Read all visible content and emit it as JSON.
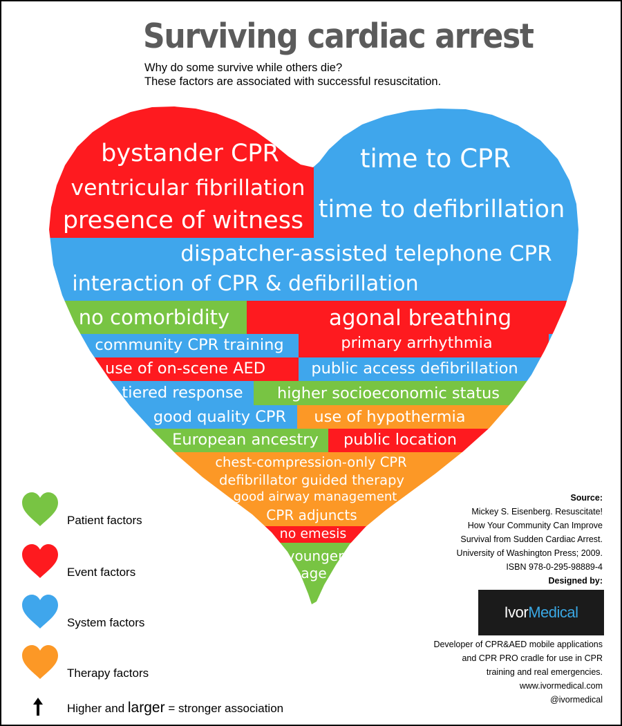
{
  "title": "Surviving cardiac arrest",
  "subtitle": [
    "Why do some survive while others die?",
    "These factors are associated with successful resuscitation."
  ],
  "colors": {
    "patient": "#78c443",
    "event": "#fe1a1f",
    "system": "#3fa6ec",
    "therapy": "#fc9826"
  },
  "factors": [
    {
      "label": "bystander CPR",
      "category": "event"
    },
    {
      "label": "ventricular fibrillation",
      "category": "event"
    },
    {
      "label": "presence of witness",
      "category": "event"
    },
    {
      "label": "time to CPR",
      "category": "system"
    },
    {
      "label": "time to defibrillation",
      "category": "system"
    },
    {
      "label": "dispatcher-assisted telephone CPR",
      "category": "system"
    },
    {
      "label": "interaction of CPR & defibrillation",
      "category": "system"
    },
    {
      "label": "no comorbidity",
      "category": "patient"
    },
    {
      "label": "agonal breathing",
      "category": "event"
    },
    {
      "label": "community CPR training",
      "category": "system"
    },
    {
      "label": "primary arrhythmia",
      "category": "event"
    },
    {
      "label": "use of on-scene AED",
      "category": "event"
    },
    {
      "label": "public access defibrillation",
      "category": "system"
    },
    {
      "label": "tiered response",
      "category": "system"
    },
    {
      "label": "higher socioeconomic status",
      "category": "patient"
    },
    {
      "label": "good quality CPR",
      "category": "system"
    },
    {
      "label": "use of hypothermia",
      "category": "therapy"
    },
    {
      "label": "European ancestry",
      "category": "patient"
    },
    {
      "label": "public location",
      "category": "event"
    },
    {
      "label": "chest-compression-only CPR",
      "category": "therapy"
    },
    {
      "label": "defibrillator guided therapy",
      "category": "therapy"
    },
    {
      "label": "good airway management",
      "category": "therapy"
    },
    {
      "label": "CPR adjuncts",
      "category": "therapy"
    },
    {
      "label": "no emesis",
      "category": "event"
    },
    {
      "label": "younger",
      "category": "patient"
    },
    {
      "label": "age",
      "category": "patient"
    }
  ],
  "legend": {
    "items": [
      {
        "label": "Patient factors",
        "color": "#78c443",
        "icon": "heart-icon"
      },
      {
        "label": "Event factors",
        "color": "#fe1a1f",
        "icon": "heart-icon"
      },
      {
        "label": "System factors",
        "color": "#3fa6ec",
        "icon": "heart-icon"
      },
      {
        "label": "Therapy factors",
        "color": "#fc9826",
        "icon": "heart-icon"
      }
    ],
    "association": {
      "before": "Higher and ",
      "big": "larger",
      "after": " = stronger association",
      "icon": "arrow-up-icon"
    }
  },
  "source": {
    "heading": "Source:",
    "lines": [
      "Mickey S. Eisenberg. Resuscitate!",
      "How Your Community Can Improve",
      "Survival from Sudden Cardiac Arrest.",
      "University of Washington Press; 2009.",
      "ISBN 978-0-295-98889-4"
    ],
    "designed_heading": "Designed by:",
    "logo": {
      "part1": "Ivor",
      "part2": "Medical"
    },
    "developer_lines": [
      "Developer of CPR&AED mobile applications",
      "and CPR PRO cradle for use in CPR",
      "training and real emergencies.",
      "www.ivormedical.com",
      "@ivormedical"
    ]
  }
}
